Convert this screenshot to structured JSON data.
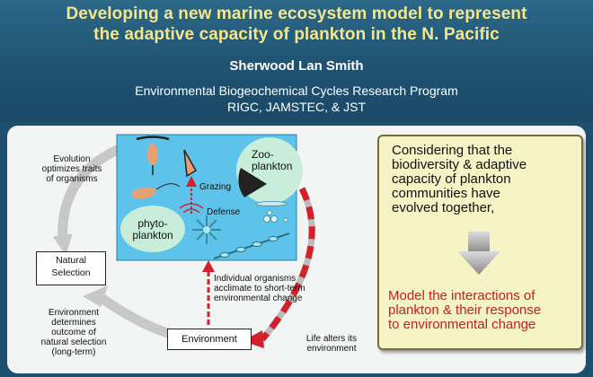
{
  "header": {
    "title_line1": "Developing a new marine ecosystem model to represent",
    "title_line2": "the adaptive capacity of plankton in the N. Pacific",
    "author": "Sherwood Lan Smith",
    "affiliation_line1": "Environmental Biogeochemical Cycles Research Program",
    "affiliation_line2": "RIGC, JAMSTEC, & JST"
  },
  "diagram": {
    "evolution_line1": "Evolution",
    "evolution_line2": "optimizes traits",
    "evolution_line3": "of organisms",
    "natural_selection_line1": "Natural",
    "natural_selection_line2": "Selection",
    "env_determines_line1": "Environment",
    "env_determines_line2": "determines",
    "env_determines_line3": "outcome of",
    "env_determines_line4": "natural selection",
    "env_determines_line5": "(long-term)",
    "environment_box": "Environment",
    "acclimate_line1": "Individual organisms",
    "acclimate_line2": "acclimate to short-term",
    "acclimate_line3": "environmental change",
    "life_alters_line1": "Life alters its",
    "life_alters_line2": "environment",
    "zooplankton_line1": "Zoo-",
    "zooplankton_line2": "plankton",
    "phytoplankton_line1": "phyto-",
    "phytoplankton_line2": "plankton",
    "grazing": "Grazing",
    "defense": "Defense"
  },
  "callout": {
    "text_line1": "Considering that the",
    "text_line2": "biodiversity & adaptive",
    "text_line3": "capacity of plankton",
    "text_line4": "communities have",
    "text_line5": "evolved together,",
    "result_line1": "Model the interactions of",
    "result_line2": "plankton & their response",
    "result_line3": "to environmental change"
  },
  "colors": {
    "title": "#f4e68a",
    "background": "#1f4f6e",
    "ocean": "#5ec3ea",
    "blob": "#c8edd8",
    "red_arrow": "#d4202a",
    "gray_arrow": "#c8c8c8",
    "callout_bg": "#f6f3c4",
    "result_text": "#c62020"
  }
}
